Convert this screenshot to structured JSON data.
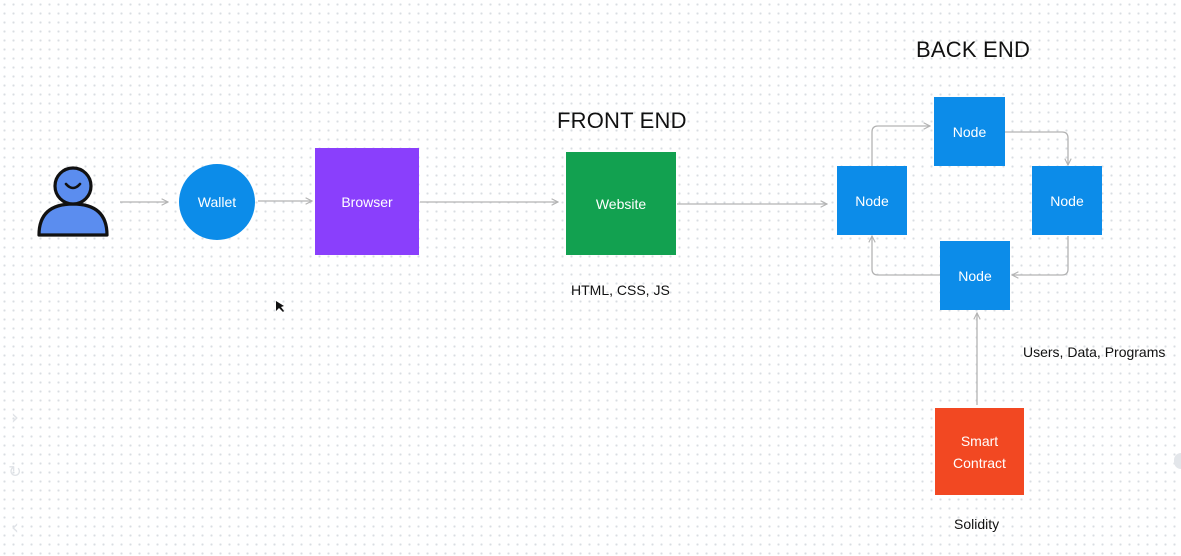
{
  "headings": {
    "front_end": "FRONT END",
    "back_end": "BACK END"
  },
  "nodes": {
    "wallet": "Wallet",
    "browser": "Browser",
    "website": "Website",
    "node_left": "Node",
    "node_top": "Node",
    "node_right": "Node",
    "node_bottom": "Node",
    "smart_contract": "Smart\nContract"
  },
  "captions": {
    "website_tech": "HTML, CSS, JS",
    "node_flow": "Users, Data, Programs",
    "contract_lang": "Solidity"
  },
  "icons": {
    "user": "user-icon",
    "cursor": "cursor-icon",
    "next": "chevron-right-icon",
    "refresh": "refresh-icon",
    "prev": "chevron-left-icon"
  },
  "colors": {
    "wallet": "#0c8ce9",
    "browser": "#8a3ffc",
    "website": "#12a150",
    "node": "#0c8ce9",
    "smart_contract": "#f24822",
    "user_fill": "#5b8def",
    "connector": "#b3b3b3"
  }
}
